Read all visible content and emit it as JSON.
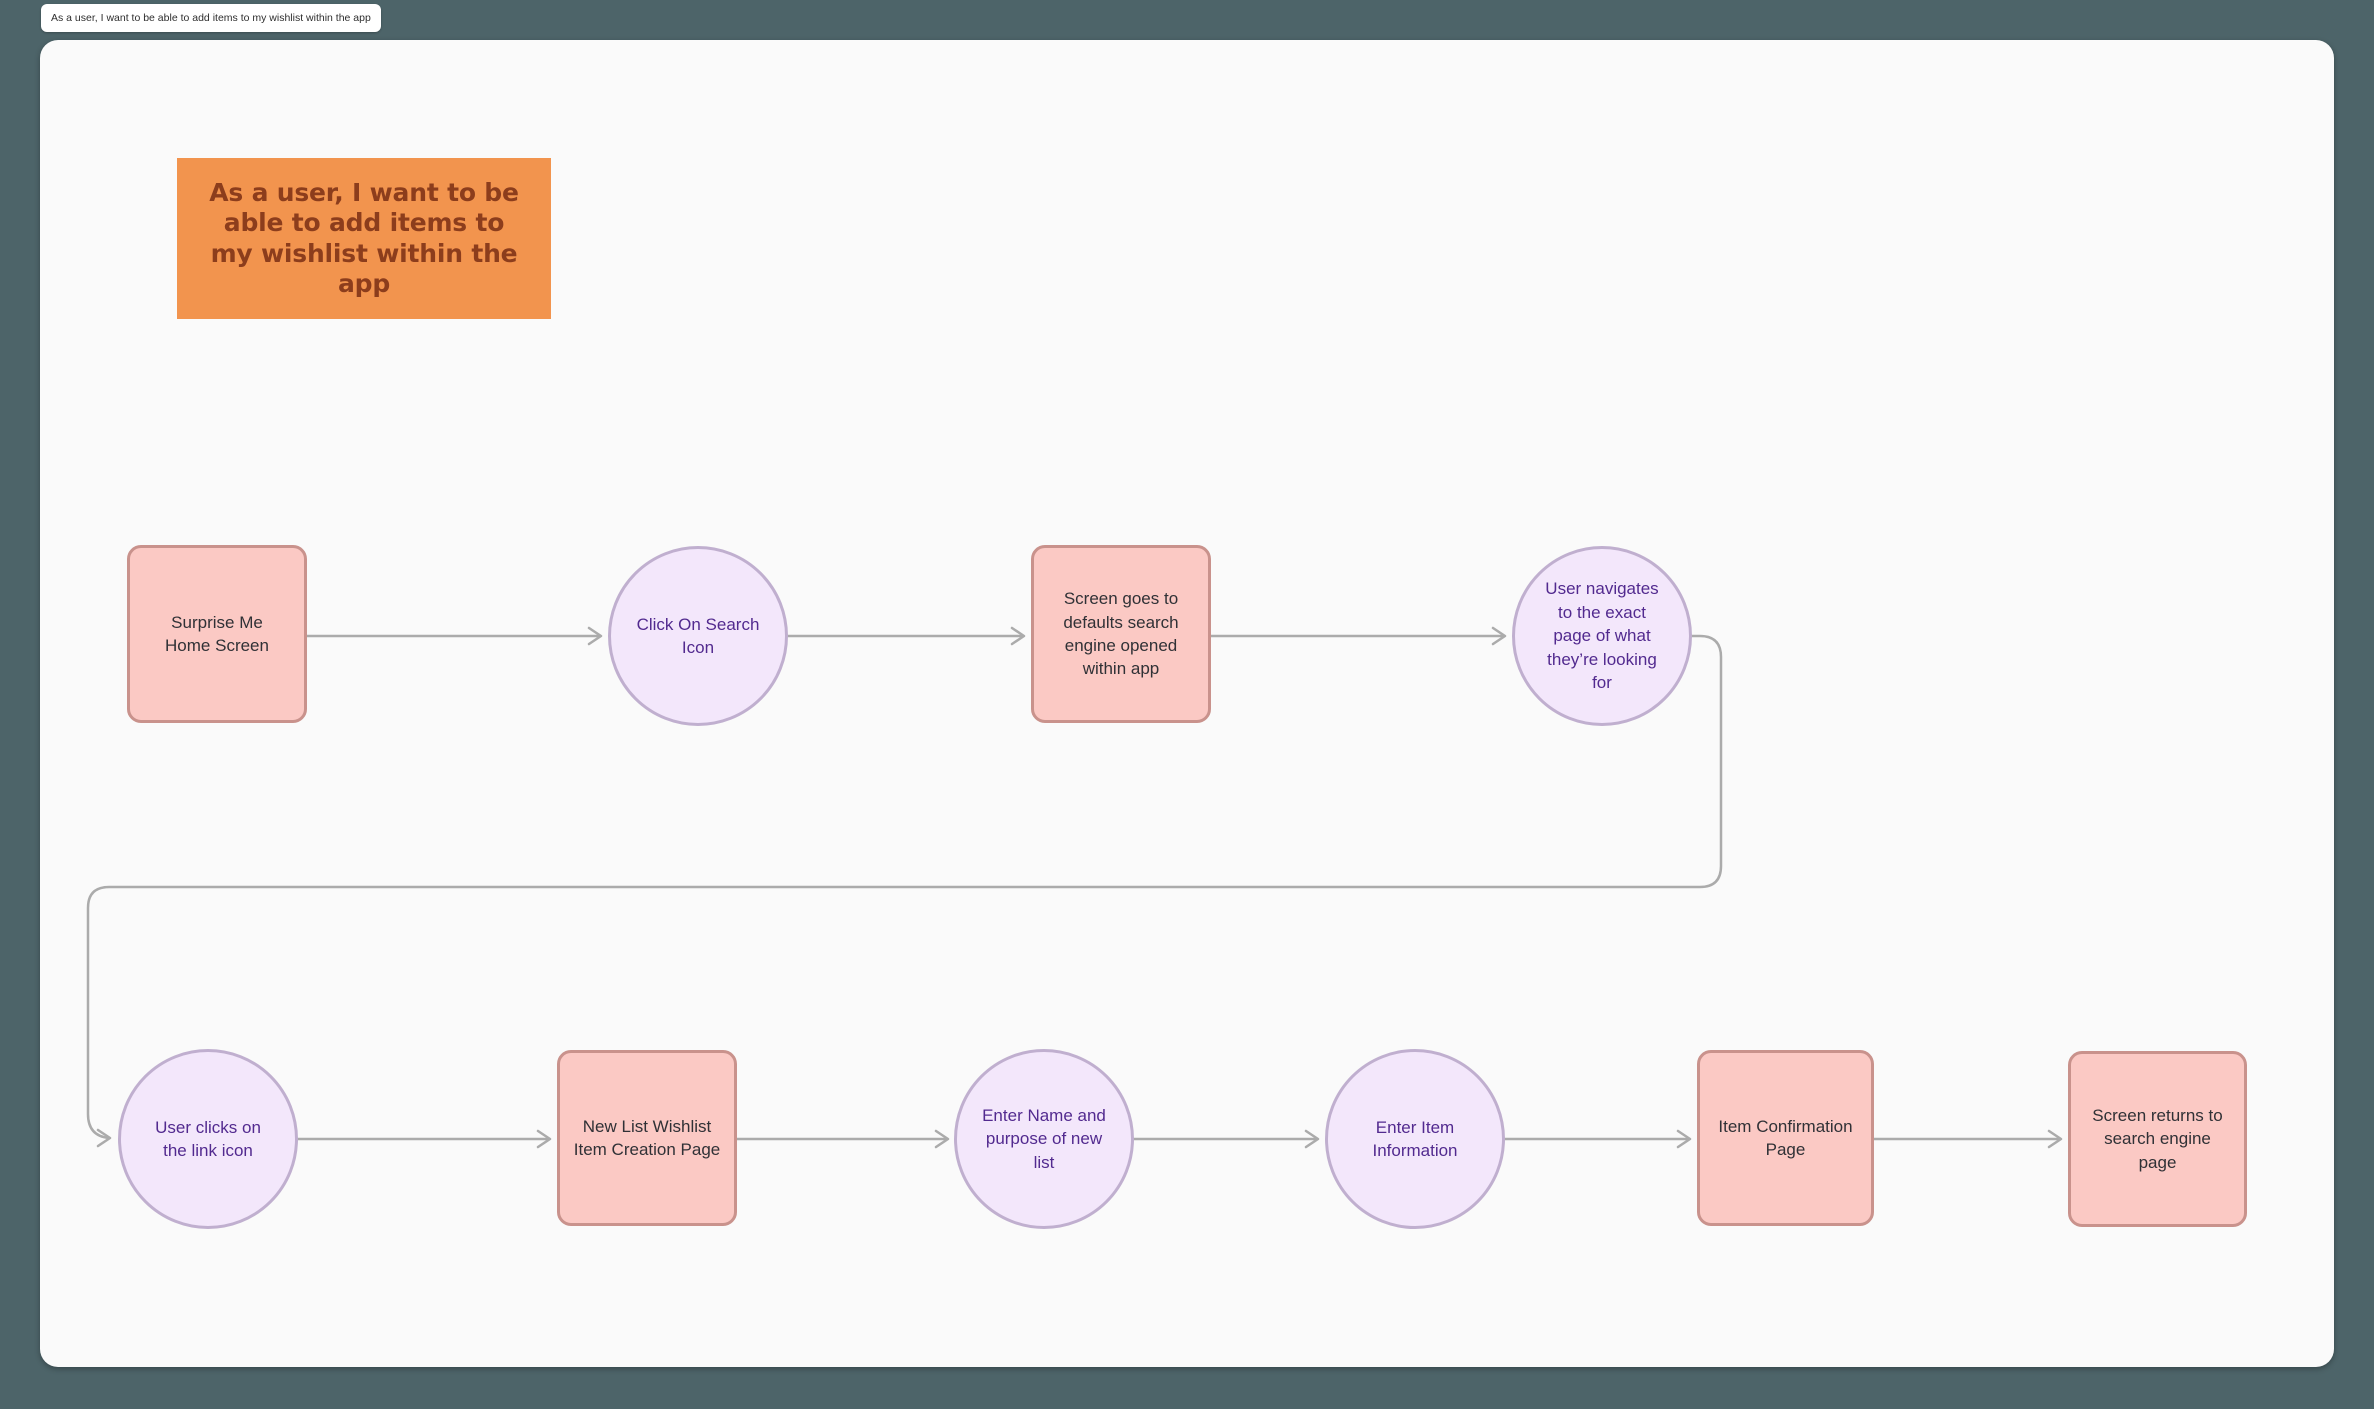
{
  "window": {
    "tab_title": "As a user, I want to be able to add items to my wishlist within the app"
  },
  "sticky_note": {
    "text": "As a user, I want to be\nable to add items to\nmy wishlist within the\napp"
  },
  "flow": {
    "nodes": [
      {
        "id": "surprise-me-home-screen",
        "shape": "rectangle",
        "label": "Surprise Me\nHome Screen"
      },
      {
        "id": "click-on-search-icon",
        "shape": "circle",
        "label": "Click On Search\nIcon"
      },
      {
        "id": "search-engine-opened",
        "shape": "rectangle",
        "label": "Screen goes to\ndefaults search\nengine opened\nwithin app"
      },
      {
        "id": "user-navigates-page",
        "shape": "circle",
        "label": "User navigates\nto the exact\npage of what\nthey’re looking\nfor"
      },
      {
        "id": "user-clicks-link-icon",
        "shape": "circle",
        "label": "User clicks on\nthe link icon"
      },
      {
        "id": "new-list-creation-page",
        "shape": "rectangle",
        "label": "New List Wishlist\nItem Creation Page"
      },
      {
        "id": "enter-name-purpose",
        "shape": "circle",
        "label": "Enter Name and\npurpose of new\nlist"
      },
      {
        "id": "enter-item-information",
        "shape": "circle",
        "label": "Enter Item\nInformation"
      },
      {
        "id": "item-confirmation-page",
        "shape": "rectangle",
        "label": "Item Confirmation\nPage"
      },
      {
        "id": "screen-returns-search",
        "shape": "rectangle",
        "label": "Screen returns to\nsearch engine\npage"
      }
    ],
    "connectors": [
      {
        "from": "surprise-me-home-screen",
        "to": "click-on-search-icon"
      },
      {
        "from": "click-on-search-icon",
        "to": "search-engine-opened"
      },
      {
        "from": "search-engine-opened",
        "to": "user-navigates-page"
      },
      {
        "from": "user-navigates-page",
        "to": "user-clicks-link-icon"
      },
      {
        "from": "user-clicks-link-icon",
        "to": "new-list-creation-page"
      },
      {
        "from": "new-list-creation-page",
        "to": "enter-name-purpose"
      },
      {
        "from": "enter-name-purpose",
        "to": "enter-item-information"
      },
      {
        "from": "enter-item-information",
        "to": "item-confirmation-page"
      },
      {
        "from": "item-confirmation-page",
        "to": "screen-returns-search"
      }
    ]
  },
  "colors": {
    "background": "#4D6469",
    "canvas": "#FAFAFA",
    "sticky_fill": "#F2944E",
    "sticky_text": "#8C3D1C",
    "rectangle_fill": "#FBC9C4",
    "rectangle_border": "#C9928C",
    "rectangle_text": "#303136",
    "circle_fill": "#F3E7FB",
    "circle_border": "#C0AFCF",
    "circle_text": "#522A8F",
    "connector": "#ABABAB",
    "tab_background": "#FFFFFF"
  }
}
